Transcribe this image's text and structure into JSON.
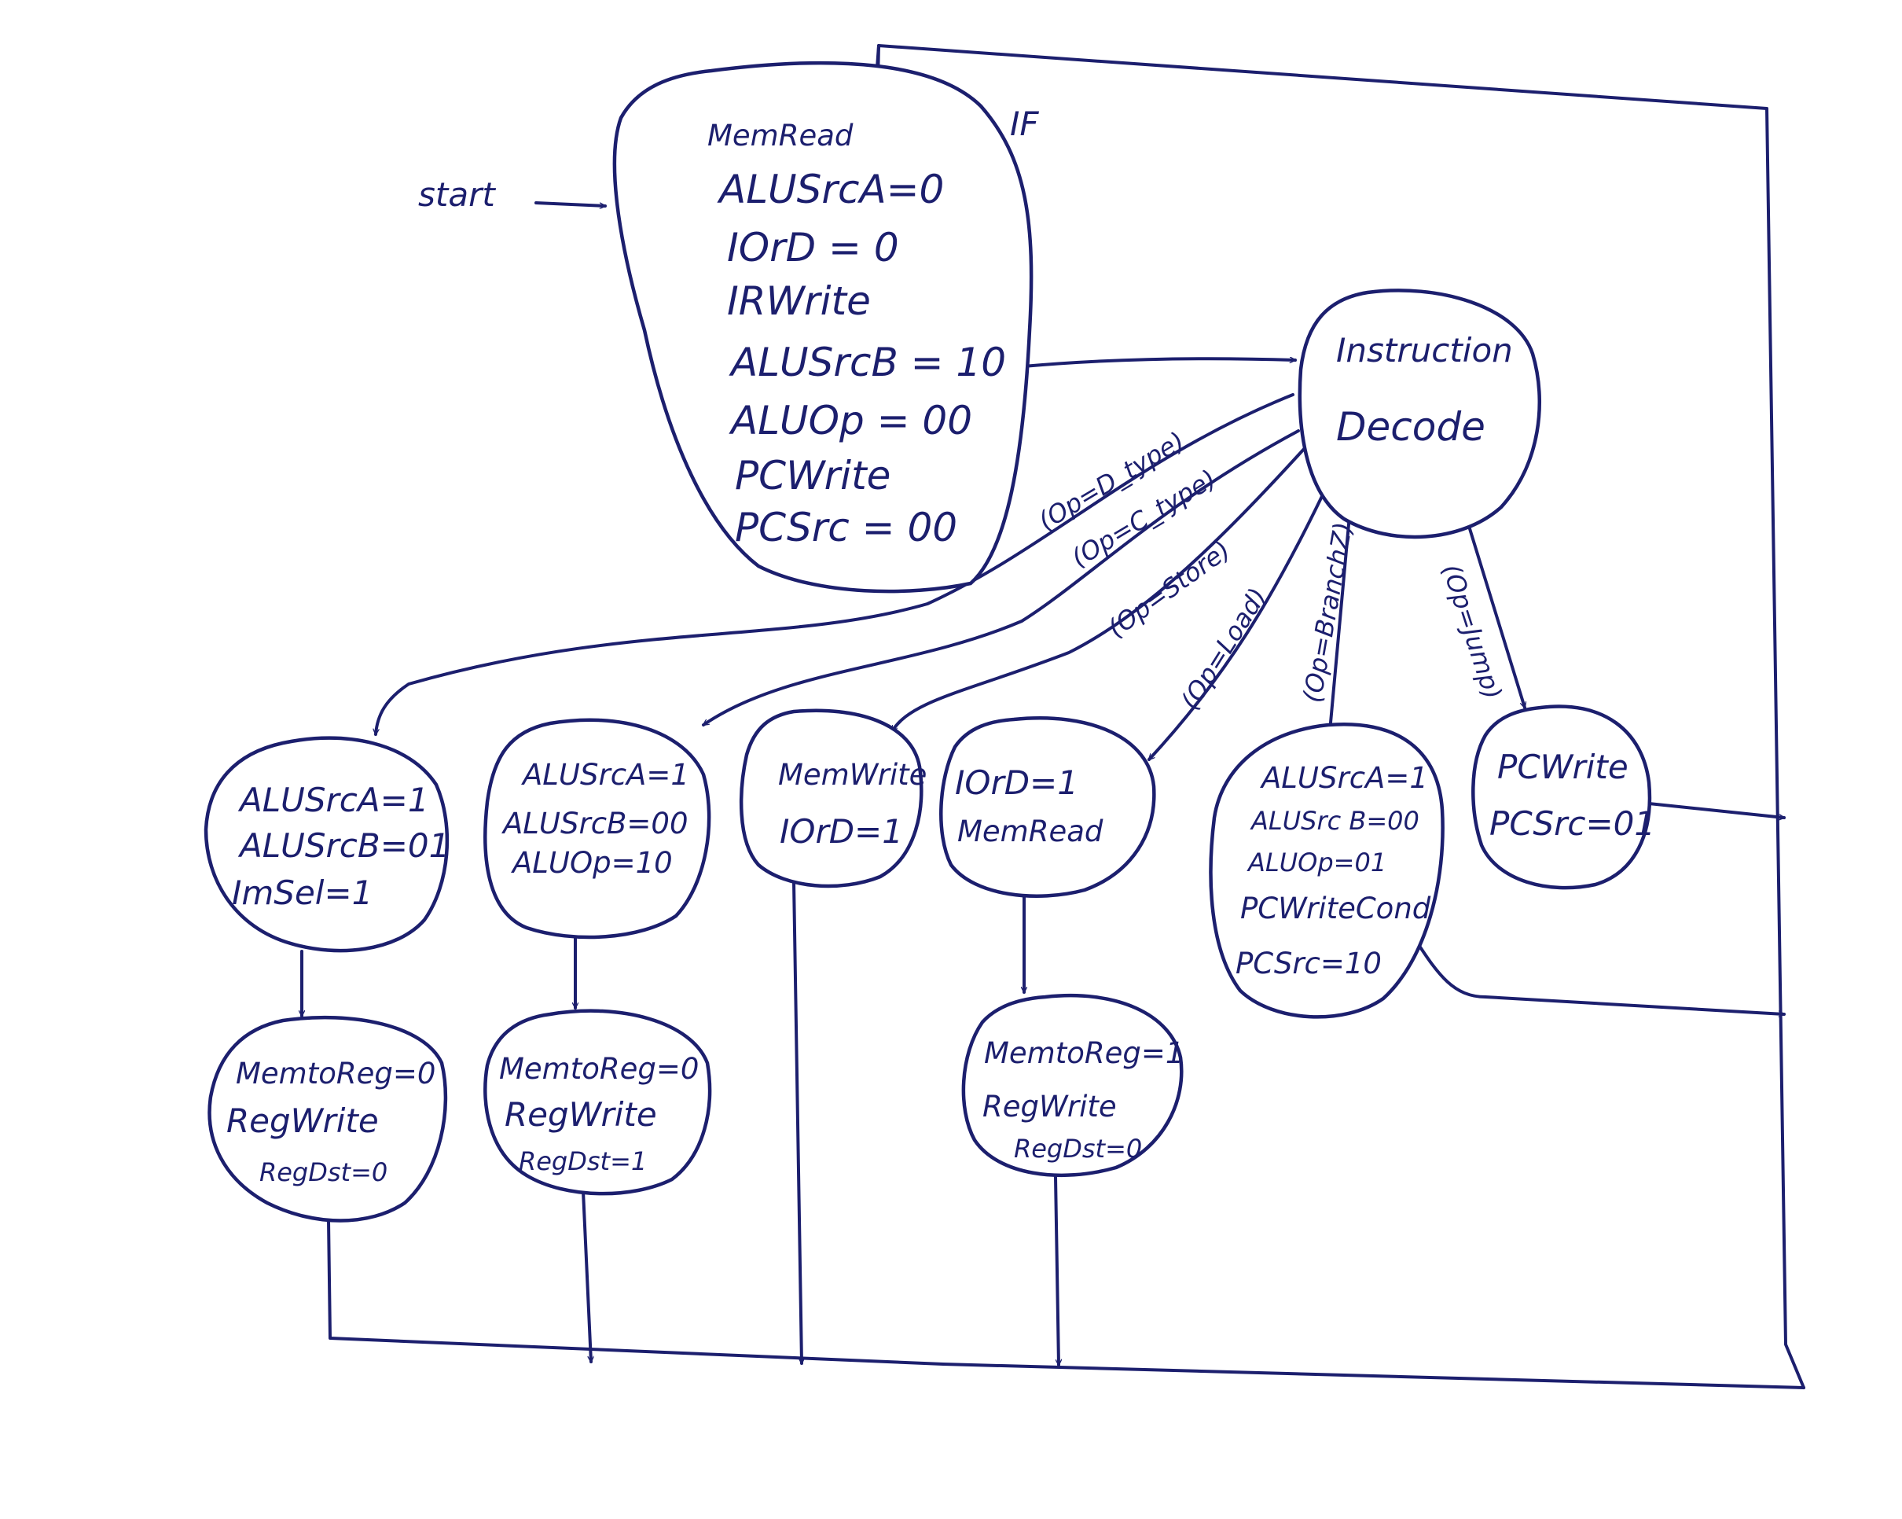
{
  "start_label": "start",
  "states": {
    "fetch": {
      "tag": "IF",
      "lines": [
        "MemRead",
        "ALUSrcA=0",
        "IOrD = 0",
        "IRWrite",
        "ALUSrcB = 10",
        "ALUOp = 00",
        "PCWrite",
        "PCSrc = 00"
      ]
    },
    "decode": {
      "lines": [
        "Instruction",
        "Decode"
      ]
    },
    "d_exec": {
      "lines": [
        "ALUSrcA=1",
        "ALUSrcB=01",
        "ImSel=1"
      ]
    },
    "d_wb": {
      "lines": [
        "MemtoReg=0",
        "RegWrite",
        "RegDst=0"
      ]
    },
    "c_exec": {
      "lines": [
        "ALUSrcA=1",
        "ALUSrcB=00",
        "ALUOp=10"
      ]
    },
    "c_wb": {
      "lines": [
        "MemtoReg=0",
        "RegWrite",
        "RegDst=1"
      ]
    },
    "store": {
      "lines": [
        "MemWrite",
        "IOrD=1"
      ]
    },
    "load": {
      "lines": [
        "IOrD=1",
        "MemRead"
      ]
    },
    "load_wb": {
      "lines": [
        "MemtoReg=1",
        "RegWrite",
        "RegDst=0"
      ]
    },
    "branch": {
      "lines": [
        "ALUSrcA=1",
        "ALUSrc B=00",
        "ALUOp=01",
        "PCWriteCond",
        "PCSrc=10"
      ]
    },
    "jump": {
      "lines": [
        "PCWrite",
        "PCSrc=01"
      ]
    }
  },
  "transitions": {
    "d_type": "(Op=D_type)",
    "c_type": "(Op=C_type)",
    "store": "(Op=Store)",
    "load": "(Op=Load)",
    "branch": "(Op=BranchZ)",
    "jump": "(Op=Jump)"
  }
}
